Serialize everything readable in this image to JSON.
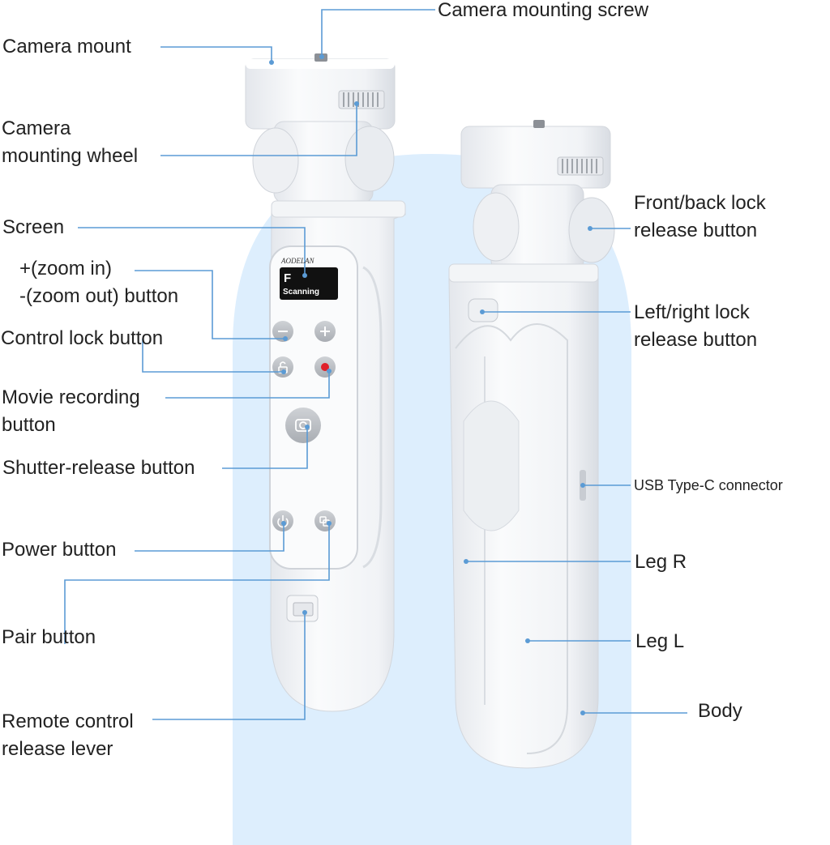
{
  "colors": {
    "background": "#ffffff",
    "highlight_panel": "#ddeefd",
    "leader_line": "#5b9bd5",
    "device_body": "#f6f7f9",
    "device_shadow": "#d8dce2",
    "button_grey": "#b9bcc1",
    "record_red": "#e0202a",
    "screen_black": "#111111"
  },
  "device": {
    "brand": "AODELAN",
    "screen_letter": "F",
    "screen_status": "Scanning"
  },
  "labels": {
    "camera_mounting_screw": "Camera mounting screw",
    "camera_mount": "Camera mount",
    "camera_mounting_wheel_line1": "Camera",
    "camera_mounting_wheel_line2": "mounting wheel",
    "screen": "Screen",
    "zoom_line1": "+(zoom in)",
    "zoom_line2": "-(zoom out) button",
    "control_lock": "Control lock button",
    "movie_recording_line1": "Movie recording",
    "movie_recording_line2": "button",
    "shutter_release": "Shutter-release button",
    "power": "Power button",
    "pair": "Pair button",
    "remote_release_line1": "Remote control",
    "remote_release_line2": "release lever",
    "front_back_lock_line1": "Front/back lock",
    "front_back_lock_line2": "release button",
    "left_right_lock_line1": "Left/right lock",
    "left_right_lock_line2": "release button",
    "usb_c": "USB Type-C connector",
    "leg_r": "Leg R",
    "leg_l": "Leg L",
    "body": "Body"
  }
}
